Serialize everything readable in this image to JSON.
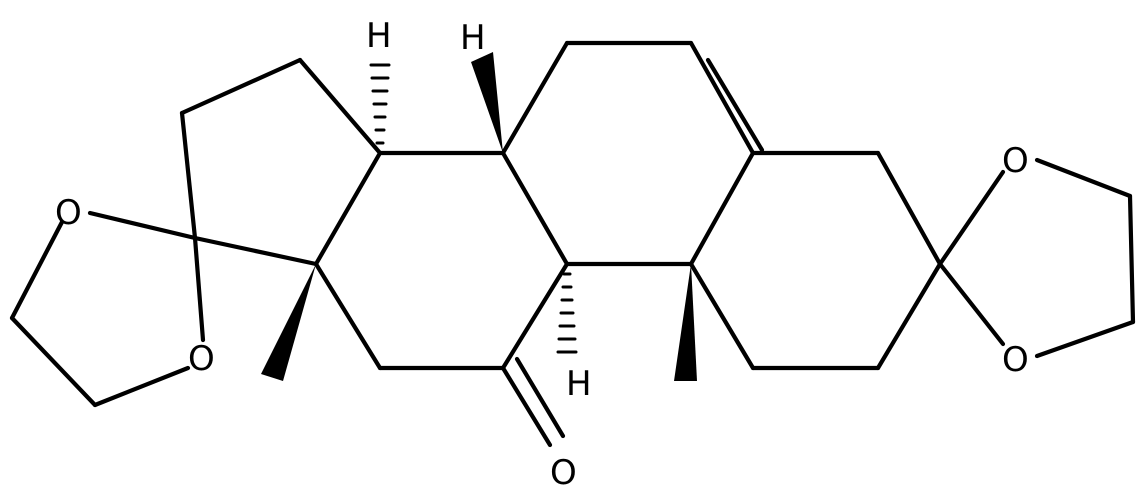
{
  "atom_labels": {
    "h_top_left": "H",
    "h_top_right": "H",
    "h_bottom": "H",
    "o_left_upper": "O",
    "o_left_lower": "O",
    "o_right_upper": "O",
    "o_right_lower": "O",
    "o_ketone": "O"
  },
  "colors": {
    "background": "#ffffff",
    "ink": "#000000"
  }
}
